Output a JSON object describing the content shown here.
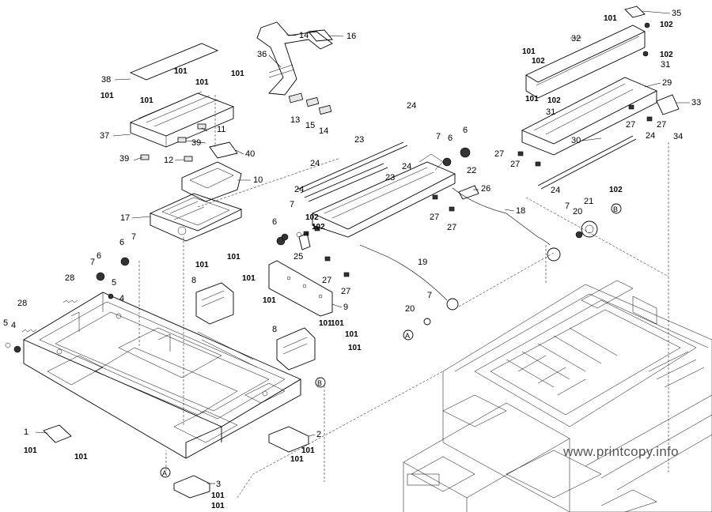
{
  "watermark": "www.printcopy.info",
  "callouts": [
    "1",
    "2",
    "3",
    "4",
    "5",
    "6",
    "7",
    "8",
    "9",
    "10",
    "11",
    "12",
    "13",
    "14",
    "15",
    "16",
    "17",
    "18",
    "19",
    "20",
    "21",
    "22",
    "23",
    "24",
    "25",
    "26",
    "27",
    "28",
    "29",
    "30",
    "31",
    "32",
    "33",
    "34",
    "35",
    "36",
    "37",
    "38",
    "39",
    "40"
  ],
  "bold_callouts": [
    "101",
    "102"
  ],
  "reference_markers": [
    "A",
    "B"
  ]
}
